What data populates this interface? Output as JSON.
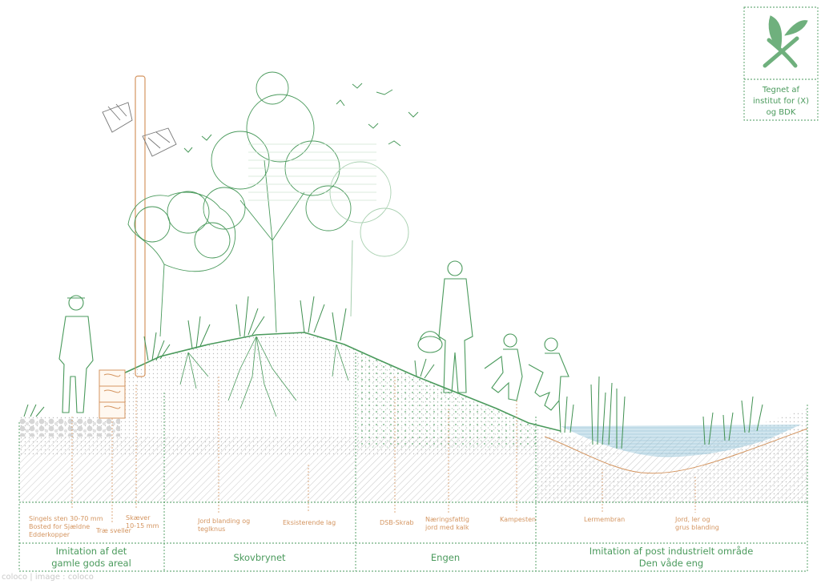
{
  "logo": {
    "caption_lines": [
      "Tegnet af",
      "institut for (X)",
      "og BDK"
    ]
  },
  "materials": [
    {
      "id": "singels",
      "lines": [
        "Singels sten 30-70 mm",
        "Bosted for Sjældne",
        "Edderkopper"
      ]
    },
    {
      "id": "traesveller",
      "lines": [
        "Træ sveller"
      ]
    },
    {
      "id": "skaever",
      "lines": [
        "Skæver",
        "10-15 mm"
      ]
    },
    {
      "id": "jord-blanding",
      "lines": [
        "Jord blanding og",
        "teglknus"
      ]
    },
    {
      "id": "eksisterende",
      "lines": [
        "Eksisterende lag"
      ]
    },
    {
      "id": "dsb-skrab",
      "lines": [
        "DSB-Skrab"
      ]
    },
    {
      "id": "naeringsfattig",
      "lines": [
        "Næringsfattig",
        "jord med kalk"
      ]
    },
    {
      "id": "kampesten",
      "lines": [
        "Kampesten"
      ]
    },
    {
      "id": "lermembran",
      "lines": [
        "Lermembran"
      ]
    },
    {
      "id": "jord-ler-grus",
      "lines": [
        "Jord, ler og",
        "grus blanding"
      ]
    }
  ],
  "zones": [
    {
      "id": "gods",
      "lines": [
        "Imitation af det",
        "gamle gods areal"
      ]
    },
    {
      "id": "skovbrynet",
      "lines": [
        "Skovbrynet"
      ]
    },
    {
      "id": "engen",
      "lines": [
        "Engen"
      ]
    },
    {
      "id": "vaade-eng",
      "lines": [
        "Imitation af post industrielt område",
        "Den våde eng"
      ]
    }
  ],
  "credit": "coloco | image : coloco",
  "colors": {
    "plant": "#4a9a5c",
    "material_label": "#d49560",
    "water": "#a9cfe0",
    "frame_dash": "#4a9a5c"
  }
}
